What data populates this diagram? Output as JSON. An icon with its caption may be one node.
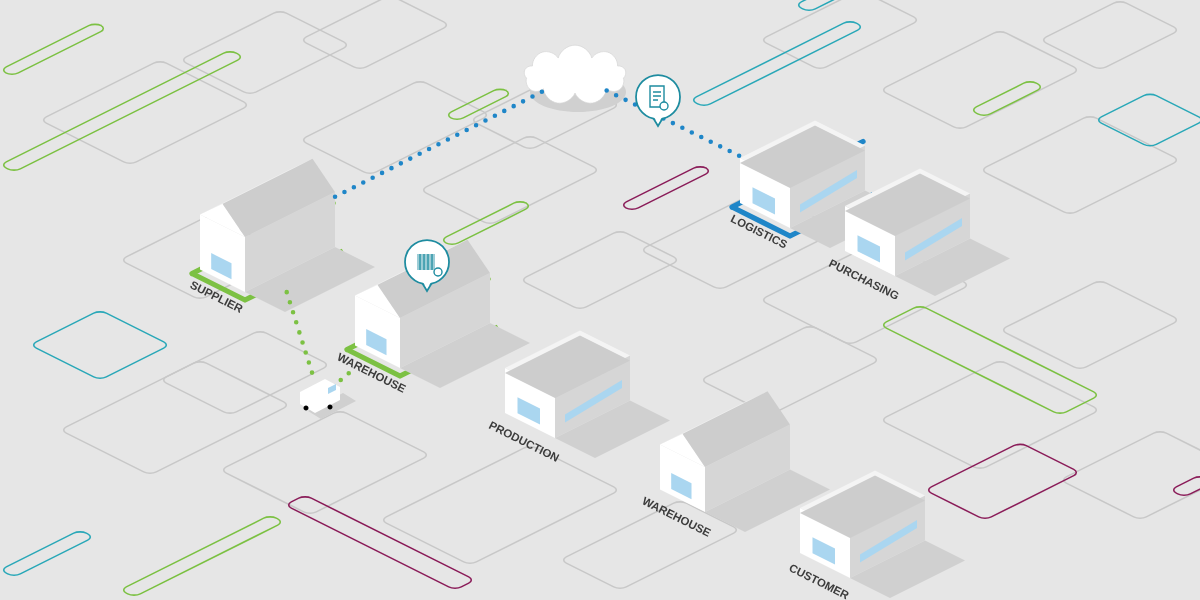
{
  "diagram": {
    "nodes": [
      {
        "text": [],
        "shape": "cloud"
      },
      {
        "text": [
          "SUPPLIER"
        ]
      },
      {
        "text": [
          "WAREHOUSE"
        ]
      },
      {
        "text": [],
        "shape": "picture"
      },
      {
        "text": [
          "LOGISTICS"
        ]
      },
      {
        "text": [
          "PURCHASING"
        ]
      },
      {
        "text": [
          "PRODUCTION"
        ]
      },
      {
        "text": [
          "WAREHOUSE"
        ]
      },
      {
        "text": [
          "CUSTOMER"
        ]
      }
    ],
    "edges": [
      {
        "from": 1,
        "to": 0,
        "arrow": "none",
        "style": "dashed",
        "color": "#1f86c8"
      },
      {
        "from": 0,
        "to": 4,
        "arrow": "none",
        "style": "dashed",
        "color": "#1f86c8"
      },
      {
        "from": 1,
        "to": 3,
        "arrow": "none",
        "style": "dashed",
        "color": "#7cc143"
      },
      {
        "from": 3,
        "to": 2,
        "arrow": "none",
        "style": "dashed",
        "color": "#7cc143"
      }
    ]
  }
}
